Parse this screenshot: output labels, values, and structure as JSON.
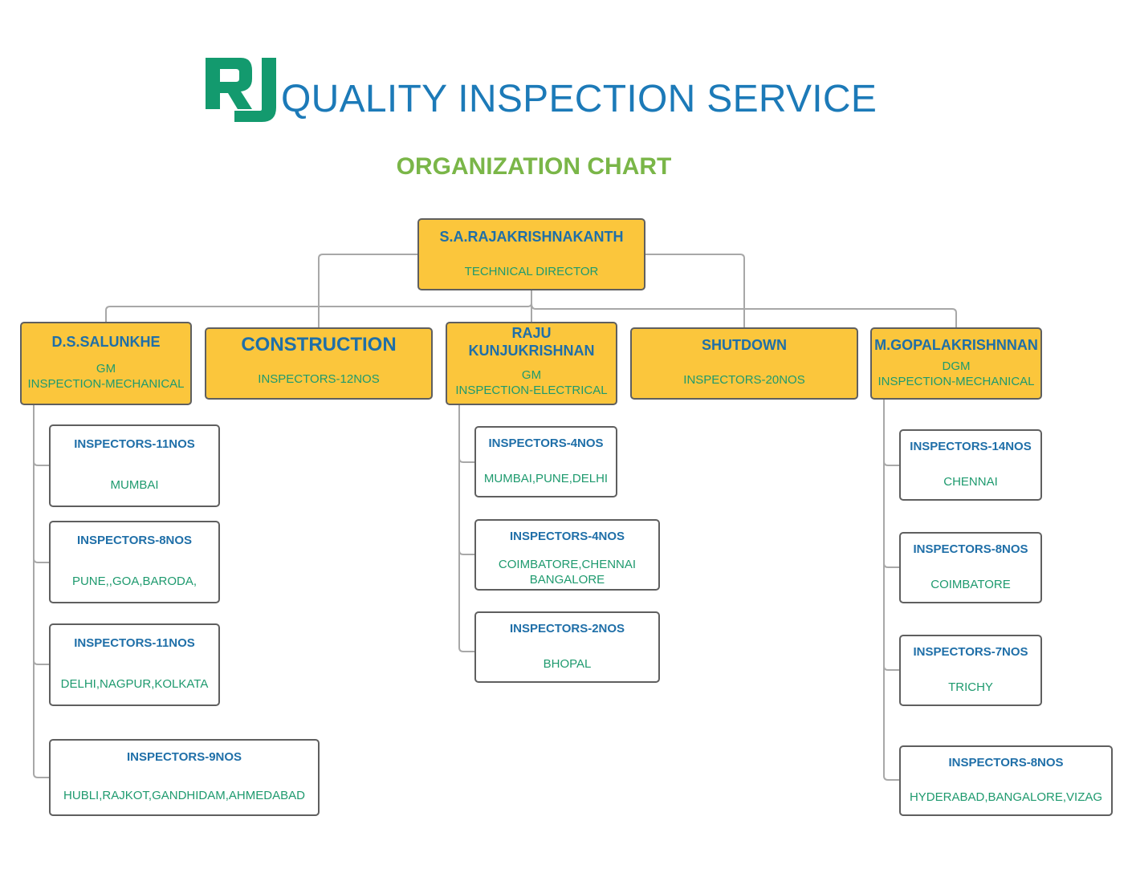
{
  "header": {
    "logo_text": "RJ",
    "title": "QUALITY INSPECTION SERVICE",
    "subtitle": "ORGANIZATION CHART"
  },
  "colors": {
    "title": "#1c7ab8",
    "subtitle": "#7ab648",
    "logo": "#139a6e",
    "head_fill": "#fbc63c",
    "name_text": "#1f6fa8",
    "role_text": "#1e9a6e",
    "line": "#a8a8a8"
  },
  "top": {
    "name": "S.A.RAJAKRISHNAKANTH",
    "role": "TECHNICAL DIRECTOR"
  },
  "managers": [
    {
      "id": "salunkhe",
      "name": "D.S.SALUNKHE",
      "role": "GM\nINSPECTION-MECHANICAL"
    },
    {
      "id": "construction",
      "name": "CONSTRUCTION",
      "role": "INSPECTORS-12NOS"
    },
    {
      "id": "raju",
      "name": "RAJU\nKUNJUKRISHNAN",
      "role": "GM\nINSPECTION-ELECTRICAL"
    },
    {
      "id": "shutdown",
      "name": "SHUTDOWN",
      "role": "INSPECTORS-20NOS"
    },
    {
      "id": "gopal",
      "name": "M.GOPALAKRISHNNAN",
      "role": "DGM\nINSPECTION-MECHANICAL"
    }
  ],
  "teams": [
    {
      "parent": "salunkhe",
      "title": "INSPECTORS-11NOS",
      "locations": "MUMBAI"
    },
    {
      "parent": "salunkhe",
      "title": "INSPECTORS-8NOS",
      "locations": "PUNE,,GOA,BARODA,"
    },
    {
      "parent": "salunkhe",
      "title": "INSPECTORS-11NOS",
      "locations": "DELHI,NAGPUR,KOLKATA"
    },
    {
      "parent": "salunkhe",
      "title": "INSPECTORS-9NOS",
      "locations": "HUBLI,RAJKOT,GANDHIDAM,AHMEDABAD"
    },
    {
      "parent": "raju",
      "title": "INSPECTORS-4NOS",
      "locations": "MUMBAI,PUNE,DELHI"
    },
    {
      "parent": "raju",
      "title": "INSPECTORS-4NOS",
      "locations": "COIMBATORE,CHENNAI\nBANGALORE"
    },
    {
      "parent": "raju",
      "title": "INSPECTORS-2NOS",
      "locations": "BHOPAL"
    },
    {
      "parent": "gopal",
      "title": "INSPECTORS-14NOS",
      "locations": "CHENNAI"
    },
    {
      "parent": "gopal",
      "title": "INSPECTORS-8NOS",
      "locations": "COIMBATORE"
    },
    {
      "parent": "gopal",
      "title": "INSPECTORS-7NOS",
      "locations": "TRICHY"
    },
    {
      "parent": "gopal",
      "title": "INSPECTORS-8NOS",
      "locations": "HYDERABAD,BANGALORE,VIZAG"
    }
  ]
}
